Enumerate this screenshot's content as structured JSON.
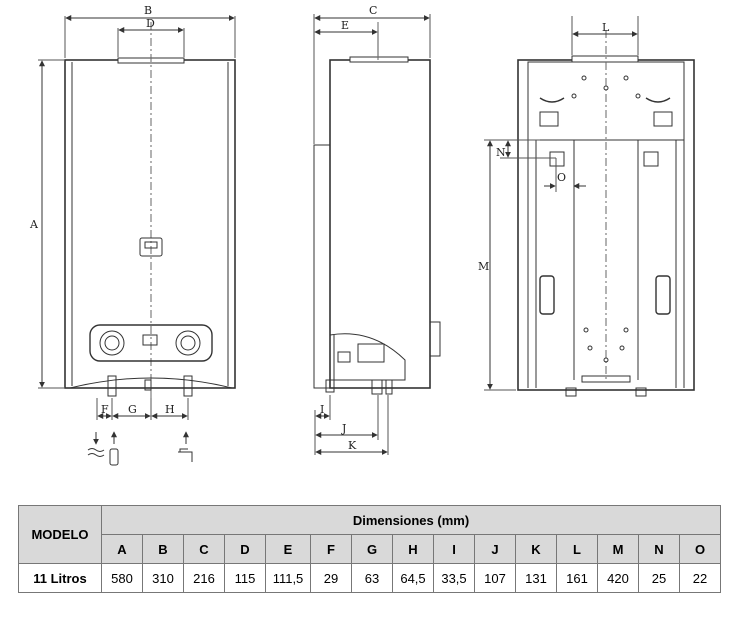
{
  "diagram": {
    "front_labels": {
      "A": "A",
      "B": "B",
      "D": "D",
      "F": "F",
      "G": "G",
      "H": "H"
    },
    "side_labels": {
      "C": "C",
      "E": "E",
      "I": "I",
      "J": "J",
      "K": "K"
    },
    "back_labels": {
      "L": "L",
      "M": "M",
      "N": "N",
      "O": "O"
    }
  },
  "table": {
    "model_header": "MODELO",
    "group_header": "Dimensiones (mm)",
    "columns": [
      "A",
      "B",
      "C",
      "D",
      "E",
      "F",
      "G",
      "H",
      "I",
      "J",
      "K",
      "L",
      "M",
      "N",
      "O"
    ],
    "rows": [
      {
        "model": "11 Litros",
        "values": [
          "580",
          "310",
          "216",
          "115",
          "111,5",
          "29",
          "63",
          "64,5",
          "33,5",
          "107",
          "131",
          "161",
          "420",
          "25",
          "22"
        ]
      }
    ]
  }
}
